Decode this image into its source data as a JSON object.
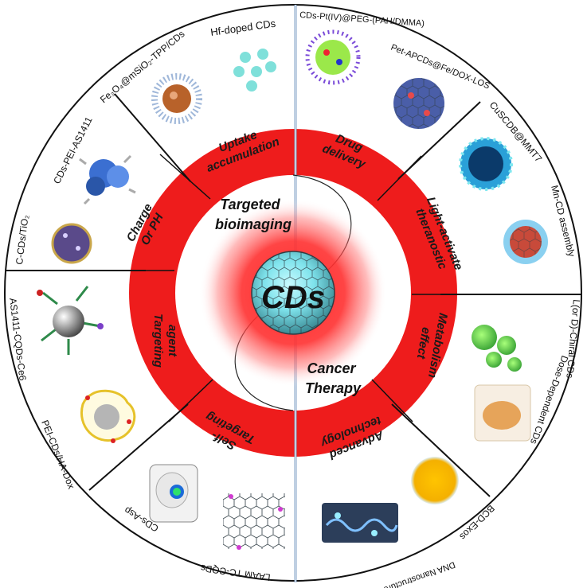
{
  "center": {
    "title": "CDs"
  },
  "halves": {
    "imaging": [
      "Targeted",
      "bioimaging"
    ],
    "therapy": [
      "Cancer",
      "Therapy"
    ]
  },
  "ring_segments": {
    "uptake": [
      "Uptake",
      "accumulation"
    ],
    "charge": [
      "Charge",
      "Or PH"
    ],
    "targeting_agent": [
      "Targeting",
      "agent"
    ],
    "self_targeting": [
      "Self-",
      "Targeting"
    ],
    "drug": [
      "Drug",
      "delivery"
    ],
    "light": [
      "Light-activate",
      "theranostic"
    ],
    "metabolism": [
      "Metabolism",
      "effect"
    ],
    "advanced": [
      "Advanced",
      "technology"
    ]
  },
  "outer_labels": {
    "hf": "Hf-doped CDs",
    "fe3o4": "Fe₃O₄@mSiO₂-TPP/CDs",
    "pei_as1411": "CDs-PEI-AS1411",
    "tio2": "C-CDs/TiO₂",
    "ce6": "AS1411-CQDs-Ce6",
    "ha_dox": "PEI-CDs/HA-Dox",
    "asp": "CDs-Asp",
    "laam": "LAAM TC-CQDs",
    "pt": "CDs-Pt(IV)@PEG-(PAH/DMMA)",
    "pet": "Pet-APCDs@Fe/DOX-LOS",
    "cuscdb": "CuSCDB@MMT7",
    "mncd": "Mn-CD assembly",
    "chiral": "L(or D)-Chiral CDs",
    "dose": "Dose-Dependent CDs",
    "bcd": "BCD-Exos",
    "dna": "DNA Nanostructure with NCDs"
  },
  "colors": {
    "ring": "#ee1c1c",
    "line": "#111111",
    "divider": "#7f9fc6",
    "glow": "#ff2020",
    "sphere": "#7fe3ec"
  }
}
